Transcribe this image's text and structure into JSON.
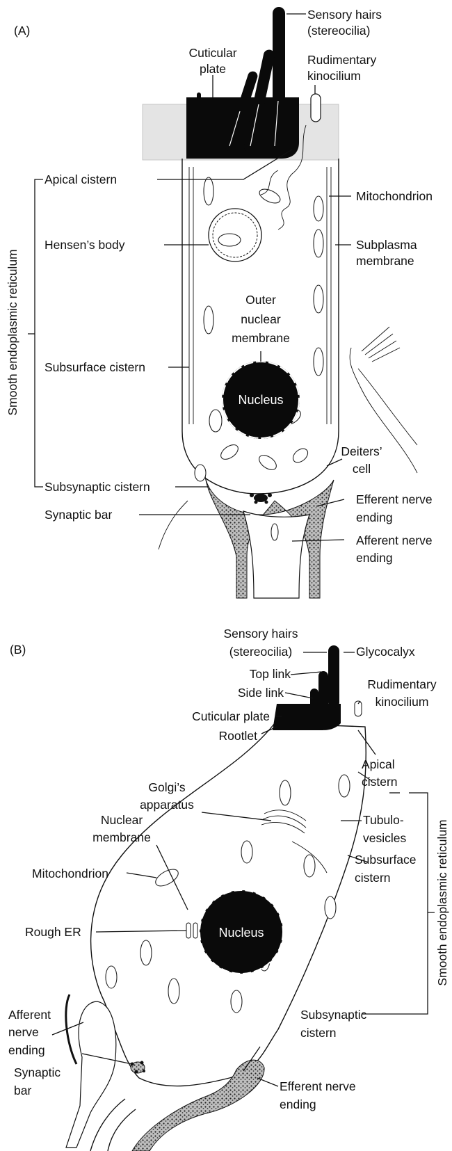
{
  "panel_a": {
    "panel_label": "(A)",
    "labels": {
      "sensory_hairs_1": "Sensory hairs",
      "sensory_hairs_2": "(stereocilia)",
      "cuticular_plate_1": "Cuticular",
      "cuticular_plate_2": "plate",
      "rudimentary_kinocilium_1": "Rudimentary",
      "rudimentary_kinocilium_2": "kinocilium",
      "apical_cistern": "Apical cistern",
      "mitochondrion": "Mitochondrion",
      "hensens_body": "Hensen’s body",
      "subplasma_membrane_1": "Subplasma",
      "subplasma_membrane_2": "membrane",
      "outer_nuclear_membrane_1": "Outer",
      "outer_nuclear_membrane_2": "nuclear",
      "outer_nuclear_membrane_3": "membrane",
      "subsurface_cistern": "Subsurface cistern",
      "nucleus": "Nucleus",
      "deiters_cell_1": "Deiters’",
      "deiters_cell_2": "cell",
      "subsynaptic_cistern": "Subsynaptic cistern",
      "synaptic_bar": "Synaptic bar",
      "efferent_nerve_ending_1": "Efferent nerve",
      "efferent_nerve_ending_2": "ending",
      "afferent_nerve_ending_1": "Afferent nerve",
      "afferent_nerve_ending_2": "ending"
    },
    "bracket_label": "Smooth endoplasmic reticulum"
  },
  "panel_b": {
    "panel_label": "(B)",
    "labels": {
      "sensory_hairs_1": "Sensory hairs",
      "sensory_hairs_2": "(stereocilia)",
      "glycocalyx": "Glycocalyx",
      "top_link": "Top link",
      "side_link": "Side link",
      "rudimentary_kinocilium_1": "Rudimentary",
      "rudimentary_kinocilium_2": "kinocilium",
      "cuticular_plate": "Cuticular plate",
      "rootlet": "Rootlet",
      "apical_cistern_1": "Apical",
      "apical_cistern_2": "cistern",
      "golgi_1": "Golgi’s",
      "golgi_2": "apparatus",
      "tubulo_vesicles_1": "Tubulo-",
      "tubulo_vesicles_2": "vesicles",
      "nuclear_membrane_1": "Nuclear",
      "nuclear_membrane_2": "membrane",
      "subsurface_cistern_1": "Subsurface",
      "subsurface_cistern_2": "cistern",
      "mitochondrion": "Mitochondrion",
      "rough_er": "Rough ER",
      "nucleus": "Nucleus",
      "afferent_1": "Afferent",
      "afferent_2": "nerve",
      "afferent_3": "ending",
      "subsynaptic_cistern_1": "Subsynaptic",
      "subsynaptic_cistern_2": "cistern",
      "synaptic_bar_1": "Synaptic",
      "synaptic_bar_2": "bar",
      "efferent_1": "Efferent nerve",
      "efferent_2": "ending"
    },
    "bracket_label": "Smooth endoplasmic reticulum"
  },
  "colors": {
    "ink": "#111111",
    "nucleus_fill": "#0a0a0a",
    "nucleus_text": "#ffffff",
    "reticular_band": "#e6e6e6",
    "stipple": "#555555"
  }
}
